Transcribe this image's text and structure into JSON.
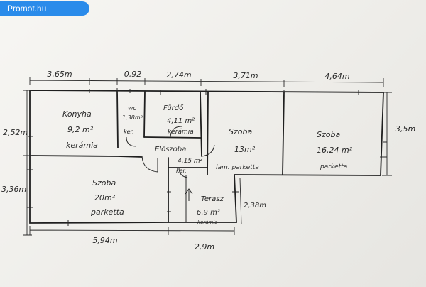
{
  "badge": {
    "name": "Promot",
    "suffix": ".hu"
  },
  "dimensions": {
    "top": [
      "3,65m",
      "0,92",
      "2,74m",
      "3,71m",
      "4,64m"
    ],
    "left_upper": "2,52m",
    "left_lower": "3,36m",
    "right": "3,5m",
    "bottom_left": "5,94m",
    "bottom_right": "2,9m",
    "terrace_side": "2,38m"
  },
  "rooms": {
    "konyha": {
      "name": "Konyha",
      "area": "9,2 m²",
      "floor": "kerámia"
    },
    "wc": {
      "name": "wc",
      "area": "1,38m²",
      "floor": "ker."
    },
    "furdo": {
      "name": "Fürdő",
      "area": "4,11 m²",
      "floor": "kerámia"
    },
    "eloszoba": {
      "name": "Előszoba",
      "area": "4,15 m²",
      "floor": "ker."
    },
    "szoba_middle": {
      "name": "Szoba",
      "area": "13m²",
      "floor": "lam. parketta"
    },
    "szoba_right": {
      "name": "Szoba",
      "area": "16,24 m²",
      "floor": "parketta"
    },
    "szoba_bottom": {
      "name": "Szoba",
      "area": "20m²",
      "floor": "parketta"
    },
    "terasz": {
      "name": "Terasz",
      "area": "6,9 m²",
      "floor": "kerámia"
    }
  }
}
